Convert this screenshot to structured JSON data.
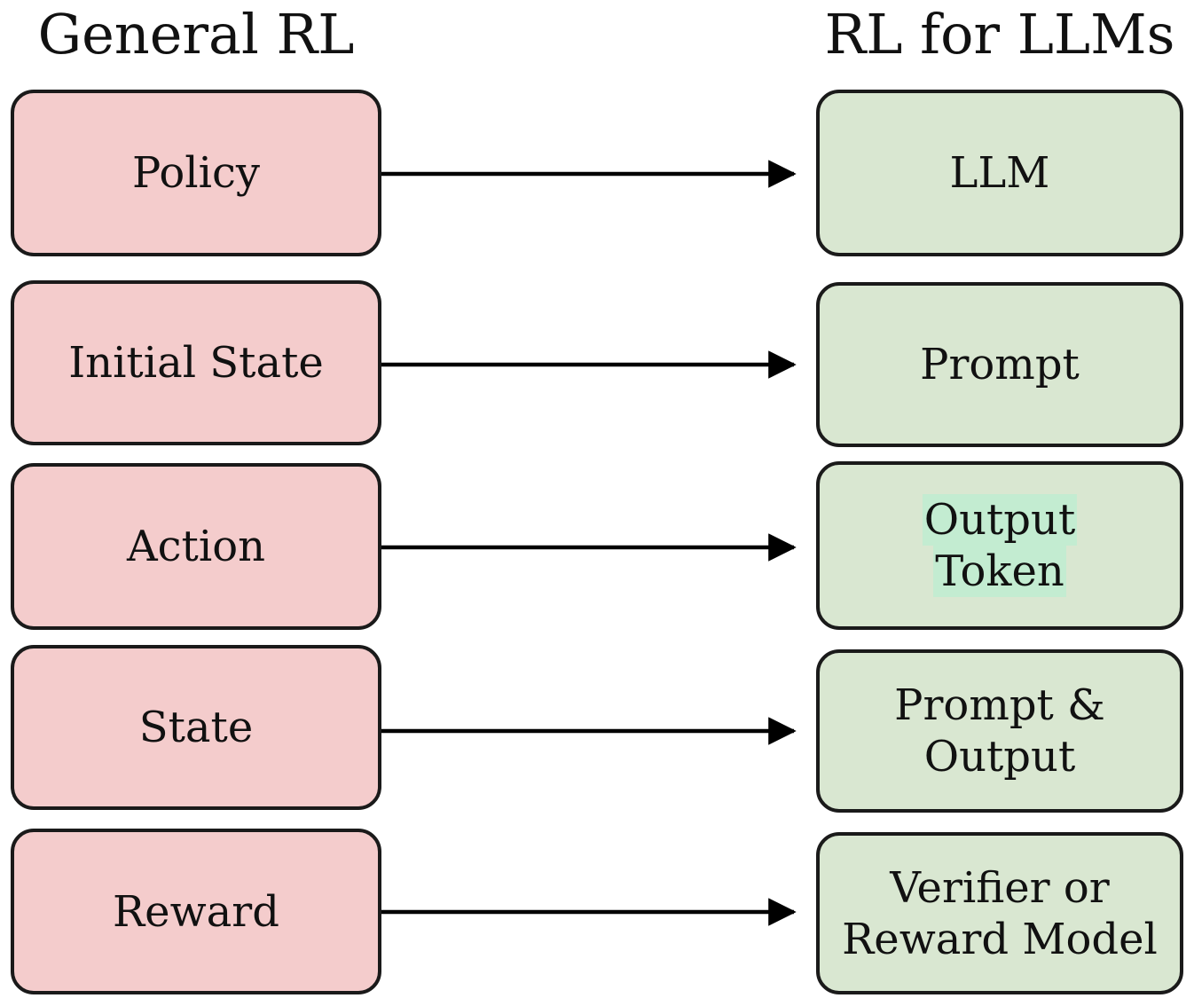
{
  "diagram": {
    "title_left": "General RL",
    "title_right": "RL for LLMs",
    "background_color": "#ffffff",
    "left_node_color": "#f4cccc",
    "right_node_color": "#d9e7d1",
    "highlight_color": "#c3ecd1",
    "edge_color": "#000000",
    "rows": [
      {
        "left": "Policy",
        "right": "LLM",
        "right_lines": [
          "LLM"
        ],
        "right_highlighted": false
      },
      {
        "left": "Initial State",
        "right": "Prompt",
        "right_lines": [
          "Prompt"
        ],
        "right_highlighted": false
      },
      {
        "left": "Action",
        "right": "Output Token",
        "right_lines": [
          "Output",
          "Token"
        ],
        "right_highlighted": true
      },
      {
        "left": "State",
        "right": "Prompt & Output",
        "right_lines": [
          "Prompt &",
          "Output"
        ],
        "right_highlighted": false
      },
      {
        "left": "Reward",
        "right": "Verifier or Reward Model",
        "right_lines": [
          "Verifier or",
          "Reward Model"
        ],
        "right_highlighted": false
      }
    ]
  }
}
